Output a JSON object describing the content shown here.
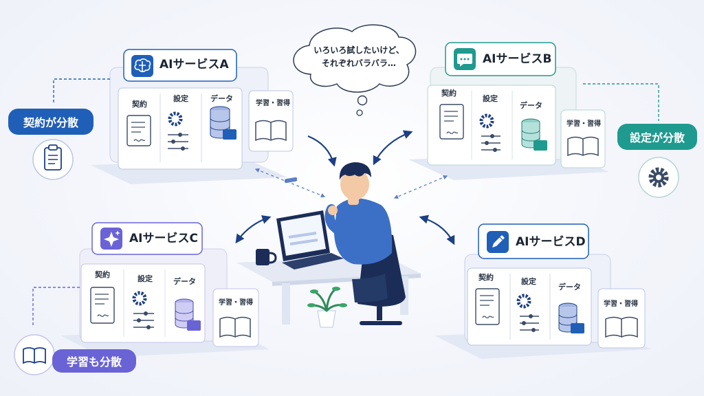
{
  "thought": {
    "line1": "いろいろ試したいけど、",
    "line2": "それぞれバラバラ…"
  },
  "columns": {
    "contract": "契約",
    "settings": "設定",
    "data": "データ",
    "learning": "学習・習得"
  },
  "services": [
    {
      "title": "AIサービスA",
      "icon": "brain-icon",
      "color": "#1f5fb8"
    },
    {
      "title": "AIサービスB",
      "icon": "chat-icon",
      "color": "#1f9a8e"
    },
    {
      "title": "AIサービスC",
      "icon": "sparkle-icon",
      "color": "#6a63d6"
    },
    {
      "title": "AIサービスD",
      "icon": "pen-icon",
      "color": "#1f5fb8"
    }
  ],
  "callouts": {
    "contract": {
      "label": "契約が分散",
      "icon": "clipboard-icon",
      "color": "#1f5fb8"
    },
    "settings": {
      "label": "設定が分散",
      "icon": "gear-icon",
      "color": "#1f9a8e"
    },
    "learning": {
      "label": "学習も分散",
      "icon": "book-icon",
      "color": "#6a63d6"
    }
  }
}
